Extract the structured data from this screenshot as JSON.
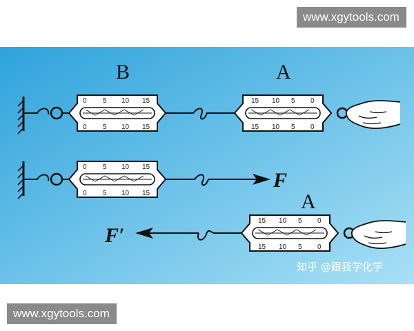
{
  "watermark": {
    "top": "www.xgytools.com",
    "bottom": "www.xgytools.com"
  },
  "labels": {
    "B": "B",
    "A": "A",
    "F": "F",
    "F_prime": "F′"
  },
  "credit": "知乎 @跟我学化学",
  "scale_ticks": [
    "0",
    "5",
    "10",
    "15"
  ],
  "colors": {
    "bg_top": "#2ea3dc",
    "bg_bottom": "#a9e0f5",
    "ink": "#111111",
    "credit": "#ffffff"
  }
}
